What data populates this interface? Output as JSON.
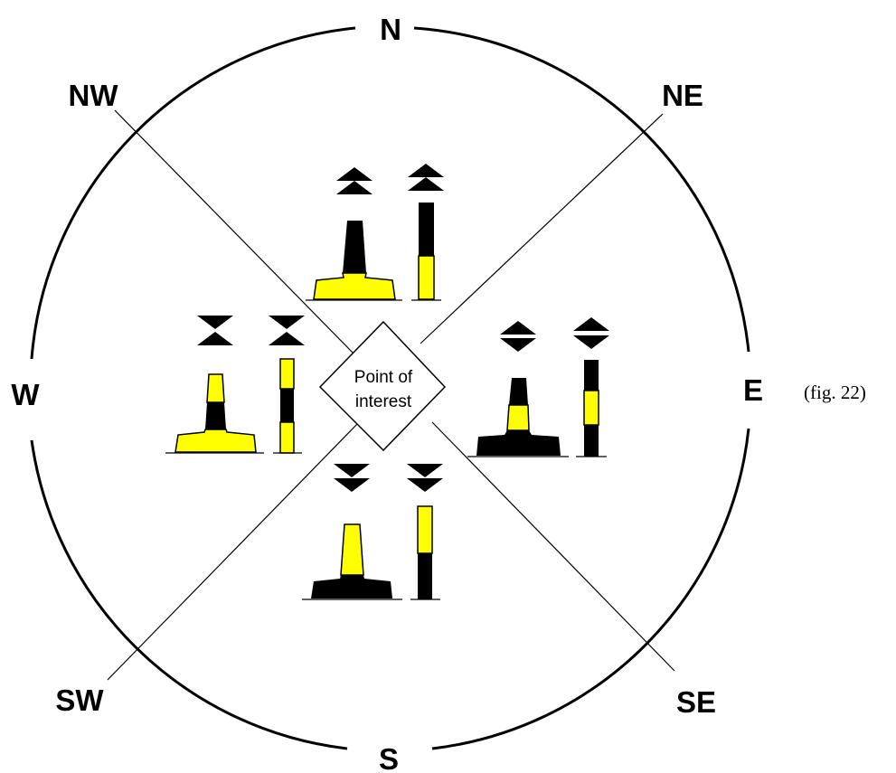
{
  "directions": {
    "n": "N",
    "ne": "NE",
    "e": "E",
    "se": "SE",
    "s": "S",
    "sw": "SW",
    "w": "W",
    "nw": "NW"
  },
  "center": {
    "line1": "Point of",
    "line2": "interest"
  },
  "figure_caption": "(fig. 22)",
  "colors": {
    "yellow": "#ffff00",
    "black": "#000000",
    "background": "#ffffff"
  },
  "marks": [
    {
      "quadrant": "north",
      "topmark": "two cones pointing up",
      "colours": "black over yellow"
    },
    {
      "quadrant": "east",
      "topmark": "two cones base to base",
      "colours": "black with yellow band"
    },
    {
      "quadrant": "south",
      "topmark": "two cones pointing down",
      "colours": "yellow over black"
    },
    {
      "quadrant": "west",
      "topmark": "two cones point to point",
      "colours": "yellow with black band"
    }
  ]
}
